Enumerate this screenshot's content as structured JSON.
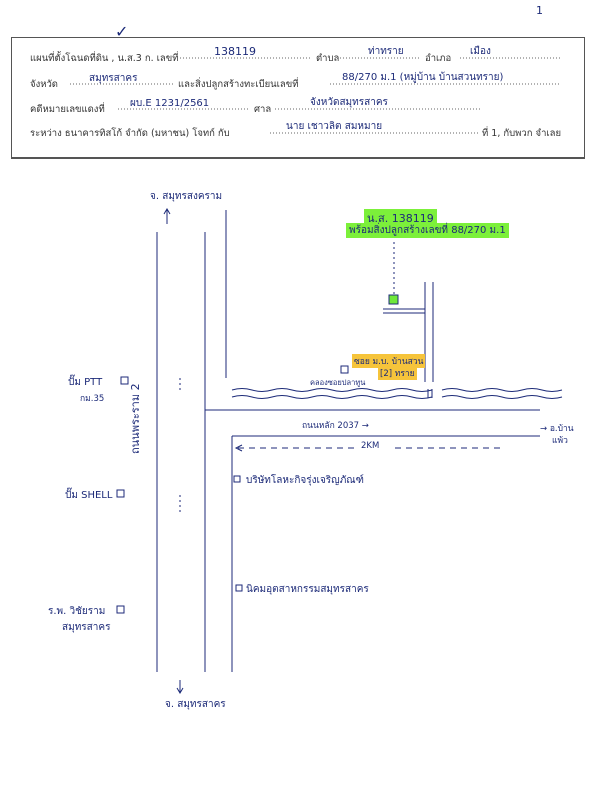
{
  "page_marks": {
    "top_number": "1",
    "tick_mark": "✓"
  },
  "form": {
    "row1": {
      "label_deed": "แผนที่ตั้งโฉนดที่ดิน , น.ส.3 ก. เลขที่",
      "deed_no": "138119",
      "label_subdistrict": "ตำบล",
      "subdistrict": "ท่าทราย",
      "label_district": "อำเภอ",
      "district": "เมือง"
    },
    "row2": {
      "label_province": "จังหวัด",
      "province": "สมุทรสาคร",
      "label_building": "และสิ่งปลูกสร้างทะเบียนเลขที่",
      "building_no": "88/270 ม.1 (หมู่บ้าน บ้านสวนทราย)"
    },
    "row3": {
      "label_case": "คดีหมายเลขแดงที่",
      "case_no": "ผบ.E 1231/2561",
      "label_court": "ศาล",
      "court": "จังหวัดสมุทรสาคร"
    },
    "row4": {
      "label_between": "ระหว่าง  ธนาคารทิสโก้ จำกัด (มหาชน)  โจทก์ กับ",
      "defendant": "นาย เชาวลิต สมหมาย",
      "tail": "ที่ 1, กับพวก  จำเลย"
    }
  },
  "map": {
    "north_label": "จ. สมุทรสงคราม",
    "south_label": "จ. สมุทรสาคร",
    "main_road_label": "ถนนพระราม 2",
    "subject_deed": "น.ส. 138119",
    "subject_building": "พร้อมสิ่งปลูกสร้างเลขที่  88/270 ม.1",
    "village_label_1": "ซอย ม.บ.  บ้านสวน",
    "village_label_2": "[2]  ทราย",
    "canal_label": "คลองซอยปลาทูน",
    "road_label": "ถนนหลัก  2037 →",
    "distance_label": "2KM",
    "town_label": "→ อ.บ้าน",
    "town_label_2": "แพ้ว",
    "landmark_ptt": "ปั๊ม PTT",
    "landmark_km": "กม.35",
    "landmark_shell": "ปั๊ม SHELL",
    "landmark_hospital": "ร.พ. วิชัยราม",
    "landmark_hospital_2": "สมุทรสาคร",
    "poi_company": "บริษัทโลหะกิจรุ่งเจริญภัณฑ์",
    "poi_office": "นิคมอุตสาหกรรมสมุทรสาคร"
  }
}
